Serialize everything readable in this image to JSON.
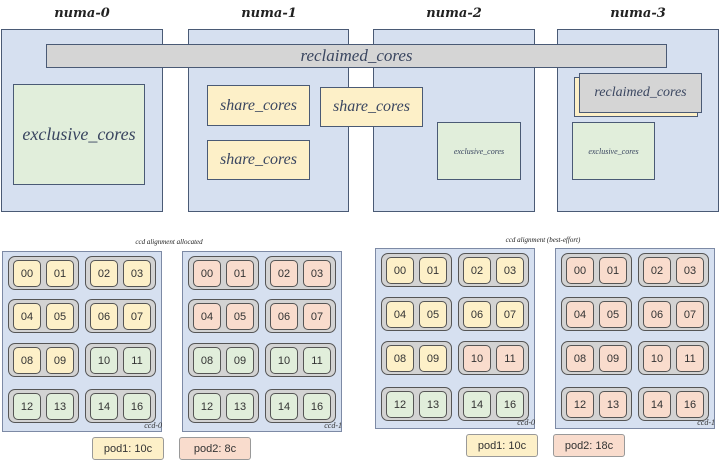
{
  "colors": {
    "pod1": "#fdf0c8",
    "pod2": "#f9dccd",
    "free": "#e1eedb",
    "numa_bg": "#d6e0f0",
    "reclaimed": "#d5d5d5"
  },
  "numa": [
    {
      "title": "numa-0"
    },
    {
      "title": "numa-1"
    },
    {
      "title": "numa-2"
    },
    {
      "title": "numa-3"
    }
  ],
  "blocks": {
    "reclaimed_wide": "reclaimed_cores",
    "numa0_exclusive": "exclusive_cores",
    "numa1_share_top": "share_cores",
    "numa1_share_bottom": "share_cores",
    "numa1_2_share": "share_cores",
    "numa2_exclusive": "exclusive_cores",
    "numa3_reclaimed": "reclaimed_cores",
    "numa3_exclusive": "exclusive_cores"
  },
  "sections": [
    {
      "title": "ccd alignment allocated",
      "ccds": [
        {
          "name": "ccd-0",
          "cells": [
            [
              "00",
              "pod1"
            ],
            [
              "01",
              "pod1"
            ],
            [
              "02",
              "pod1"
            ],
            [
              "03",
              "pod1"
            ],
            [
              "04",
              "pod1"
            ],
            [
              "05",
              "pod1"
            ],
            [
              "06",
              "pod1"
            ],
            [
              "07",
              "pod1"
            ],
            [
              "08",
              "pod1"
            ],
            [
              "09",
              "pod1"
            ],
            [
              "10",
              "free"
            ],
            [
              "11",
              "free"
            ],
            [
              "12",
              "free"
            ],
            [
              "13",
              "free"
            ],
            [
              "14",
              "free"
            ],
            [
              "16",
              "free"
            ]
          ]
        },
        {
          "name": "ccd-1",
          "cells": [
            [
              "00",
              "pod2"
            ],
            [
              "01",
              "pod2"
            ],
            [
              "02",
              "pod2"
            ],
            [
              "03",
              "pod2"
            ],
            [
              "04",
              "pod2"
            ],
            [
              "05",
              "pod2"
            ],
            [
              "06",
              "pod2"
            ],
            [
              "07",
              "pod2"
            ],
            [
              "08",
              "free"
            ],
            [
              "09",
              "free"
            ],
            [
              "10",
              "free"
            ],
            [
              "11",
              "free"
            ],
            [
              "12",
              "free"
            ],
            [
              "13",
              "free"
            ],
            [
              "14",
              "free"
            ],
            [
              "16",
              "free"
            ]
          ]
        }
      ],
      "pods": [
        {
          "label": "pod1: 10c",
          "owner": "pod1"
        },
        {
          "label": "pod2: 8c",
          "owner": "pod2"
        }
      ]
    },
    {
      "title": "ccd alignment (best-effort)",
      "ccds": [
        {
          "name": "ccd-0",
          "cells": [
            [
              "00",
              "pod1"
            ],
            [
              "01",
              "pod1"
            ],
            [
              "02",
              "pod1"
            ],
            [
              "03",
              "pod1"
            ],
            [
              "04",
              "pod1"
            ],
            [
              "05",
              "pod1"
            ],
            [
              "06",
              "pod1"
            ],
            [
              "07",
              "pod1"
            ],
            [
              "08",
              "pod1"
            ],
            [
              "09",
              "pod1"
            ],
            [
              "10",
              "pod2"
            ],
            [
              "11",
              "pod2"
            ],
            [
              "12",
              "free"
            ],
            [
              "13",
              "free"
            ],
            [
              "14",
              "free"
            ],
            [
              "16",
              "free"
            ]
          ]
        },
        {
          "name": "ccd-1",
          "cells": [
            [
              "00",
              "pod2"
            ],
            [
              "01",
              "pod2"
            ],
            [
              "02",
              "pod2"
            ],
            [
              "03",
              "pod2"
            ],
            [
              "04",
              "pod2"
            ],
            [
              "05",
              "pod2"
            ],
            [
              "06",
              "pod2"
            ],
            [
              "07",
              "pod2"
            ],
            [
              "08",
              "pod2"
            ],
            [
              "09",
              "pod2"
            ],
            [
              "10",
              "pod2"
            ],
            [
              "11",
              "pod2"
            ],
            [
              "12",
              "pod2"
            ],
            [
              "13",
              "pod2"
            ],
            [
              "14",
              "pod2"
            ],
            [
              "16",
              "pod2"
            ]
          ]
        }
      ],
      "pods": [
        {
          "label": "pod1: 10c",
          "owner": "pod1"
        },
        {
          "label": "pod2: 18c",
          "owner": "pod2"
        }
      ]
    }
  ]
}
